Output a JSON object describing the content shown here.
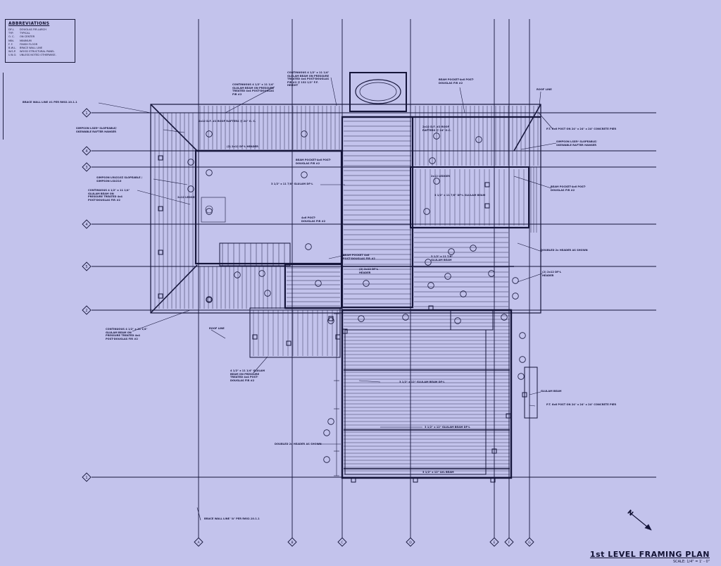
{
  "legend": {
    "title": "ABBREVIATIONS",
    "items": [
      {
        "abbr": "DF-L",
        "text": "DOUGLAS FIR-LARCH"
      },
      {
        "abbr": "TYP.",
        "text": "TYPICAL"
      },
      {
        "abbr": "O. C.",
        "text": "ON CENTER"
      },
      {
        "abbr": "MIN.",
        "text": "MINIMUM"
      },
      {
        "abbr": "F. F.",
        "text": "FINISH FLOOR"
      },
      {
        "abbr": "B.W.L.",
        "text": "BRACE WALL LINE"
      },
      {
        "abbr": "W.S.P.",
        "text": "WOOD STRUCTURAL PANEL"
      },
      {
        "abbr": "U.N.O.",
        "text": "UNLESS NOTED OTHERWISE."
      }
    ]
  },
  "title": {
    "main": "1st LEVEL FRAMING PLAN",
    "scale": "SCALE: 1/4\" = 1' - 0\""
  },
  "north_label": "N",
  "notes": {
    "brace_line_1": "BRACE WALL LINE #1 PER R602.10.1.1",
    "brace_line_a": "BRACE WALL LINE \"A\" PER R602.10.1.1",
    "simpson_left": "SIMPSON LSSR* SLOPEABLE/\nSKEWABLE RAFTER HANGER",
    "simpson_lsu": "SIMPSON LRU210Z SLOPEABLE /\nSIMPSON LSU210",
    "cont_glulam_left": "CONTINUOUS 4 1/2\" x 11 1/4\"\nGLULAM BEAM ON\nPRESSURE TREATED 4x4\nPOST-DOUGLAS FIR #2",
    "cont_glulam_top": "CONTINUOUS 4 1/2\" x 11 1/4\"\nGLULAM BEAM ON PRESSURE\nTREATED 4x4 POST-DOUGLAS\nFIR #2",
    "cont_glulam_top2": "CONTINUOUS 4 1/2\" x 11 1/4\"\nGLULAM BEAM ON PRESSURE\nTREATED 4x4 POST-DOUGLAS\nFIR #2 @ 132 1/2\" F.F.\nHEIGHT",
    "rafters": "2x12 D.F. #2 ROOF RAFTERS @ 24\" O. C.",
    "rafters_right": "2x12 D.F. #2 ROOF\nRAFTERS @ 24\" O.C.",
    "beam_pocket_top": "BEAM POCKET-4x6 POST-\nDOUGLAS FIR #2",
    "beam_pocket_mid": "BEAM POCKET-4x6 POST-\nDOUGLAS FIR #2",
    "beam_pocket_right": "BEAM POCKET-4x6 POST-\nDOUGLAS FIR #2",
    "beam_pocket_c": "BEAM POCKET 4x6\nPOST-DOUGLAS FIR #2",
    "roof_line": "ROOF LINE",
    "roof_line_2": "ROOF LINE",
    "pt_post": "P.T. 6x6 POST ON 24\" x 24\" x 24\" CONCRETE PIER",
    "pt_post_2": "P.T. 6x6 POST ON 24\" x 24\" x 24\" CONCRETE PIER",
    "simpson_right": "SIMPSON LSSR* SLOPEABLE/\nSKEWABLE RAFTER HANGER",
    "glulam_35": "3 1/2\" x 11 7/8\" GLULAM DF-L",
    "glulam_right": "3 1/2\" x 11 7/8\" DF-L GLULAM BEAM",
    "glulam_c": "3 1/2\" x 11 7/8\"\nGLULAM BEAM",
    "doubled_right": "DOUBLED 2x HEADER AS SHOWN",
    "doubled_left": "DOUBLED 2x HEADER AS SHOWN",
    "header_right": "(2) 2x12 DF-L\nHEADER",
    "glulam_bottom": "4 1/2\" x 11 1/4\" GLULAM\nBEAM ON PRESSURE\nTREATED 4x4 POST-\nDOUGLAS FIR #2",
    "glulam_beam_right": "GLULAM BEAM",
    "glulam_deck1": "3 1/2\" x 12\" GLULAM BEAM DF-L",
    "glulam_deck2": "3 1/2\" x 12\" GLULAM BEAM DF-L",
    "glulam_deck3": "3 1/2\" x 12\" LVL BEAM",
    "ledger": "2x12 LEDGER",
    "ledger_right": "2x12 LEDGER",
    "post_mid": "4x6 POST-\nDOUGLAS FIR #2",
    "header_2x": "(2) 2x12 DF-L HEADER",
    "header_2x_b": "(2) 2x12 DF-L\nHEADER"
  },
  "grid_bubbles_left": [
    "1",
    "4",
    "3",
    "4",
    "5",
    "2",
    "1"
  ],
  "grid_bubbles_bottom": [
    "A",
    "B",
    "C",
    "D",
    "E",
    "F",
    "G"
  ],
  "colors": {
    "background": "#c3c3ec",
    "line": "#15153a"
  }
}
